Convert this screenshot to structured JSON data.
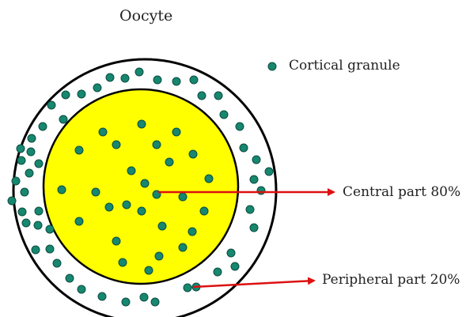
{
  "title": "Oocyte",
  "legend": {
    "label": "Cortical granule"
  },
  "annotations": {
    "central": "Central part 80%",
    "peripheral": "Peripheral part 20%"
  },
  "colors": {
    "granule_fill": "#17876f",
    "granule_stroke": "#0b4d40",
    "yolk_fill": "#ffff00",
    "outline": "#000000",
    "arrow": "#dd1111"
  },
  "icons": [
    "granule-dot-icon",
    "arrow-icon"
  ]
}
